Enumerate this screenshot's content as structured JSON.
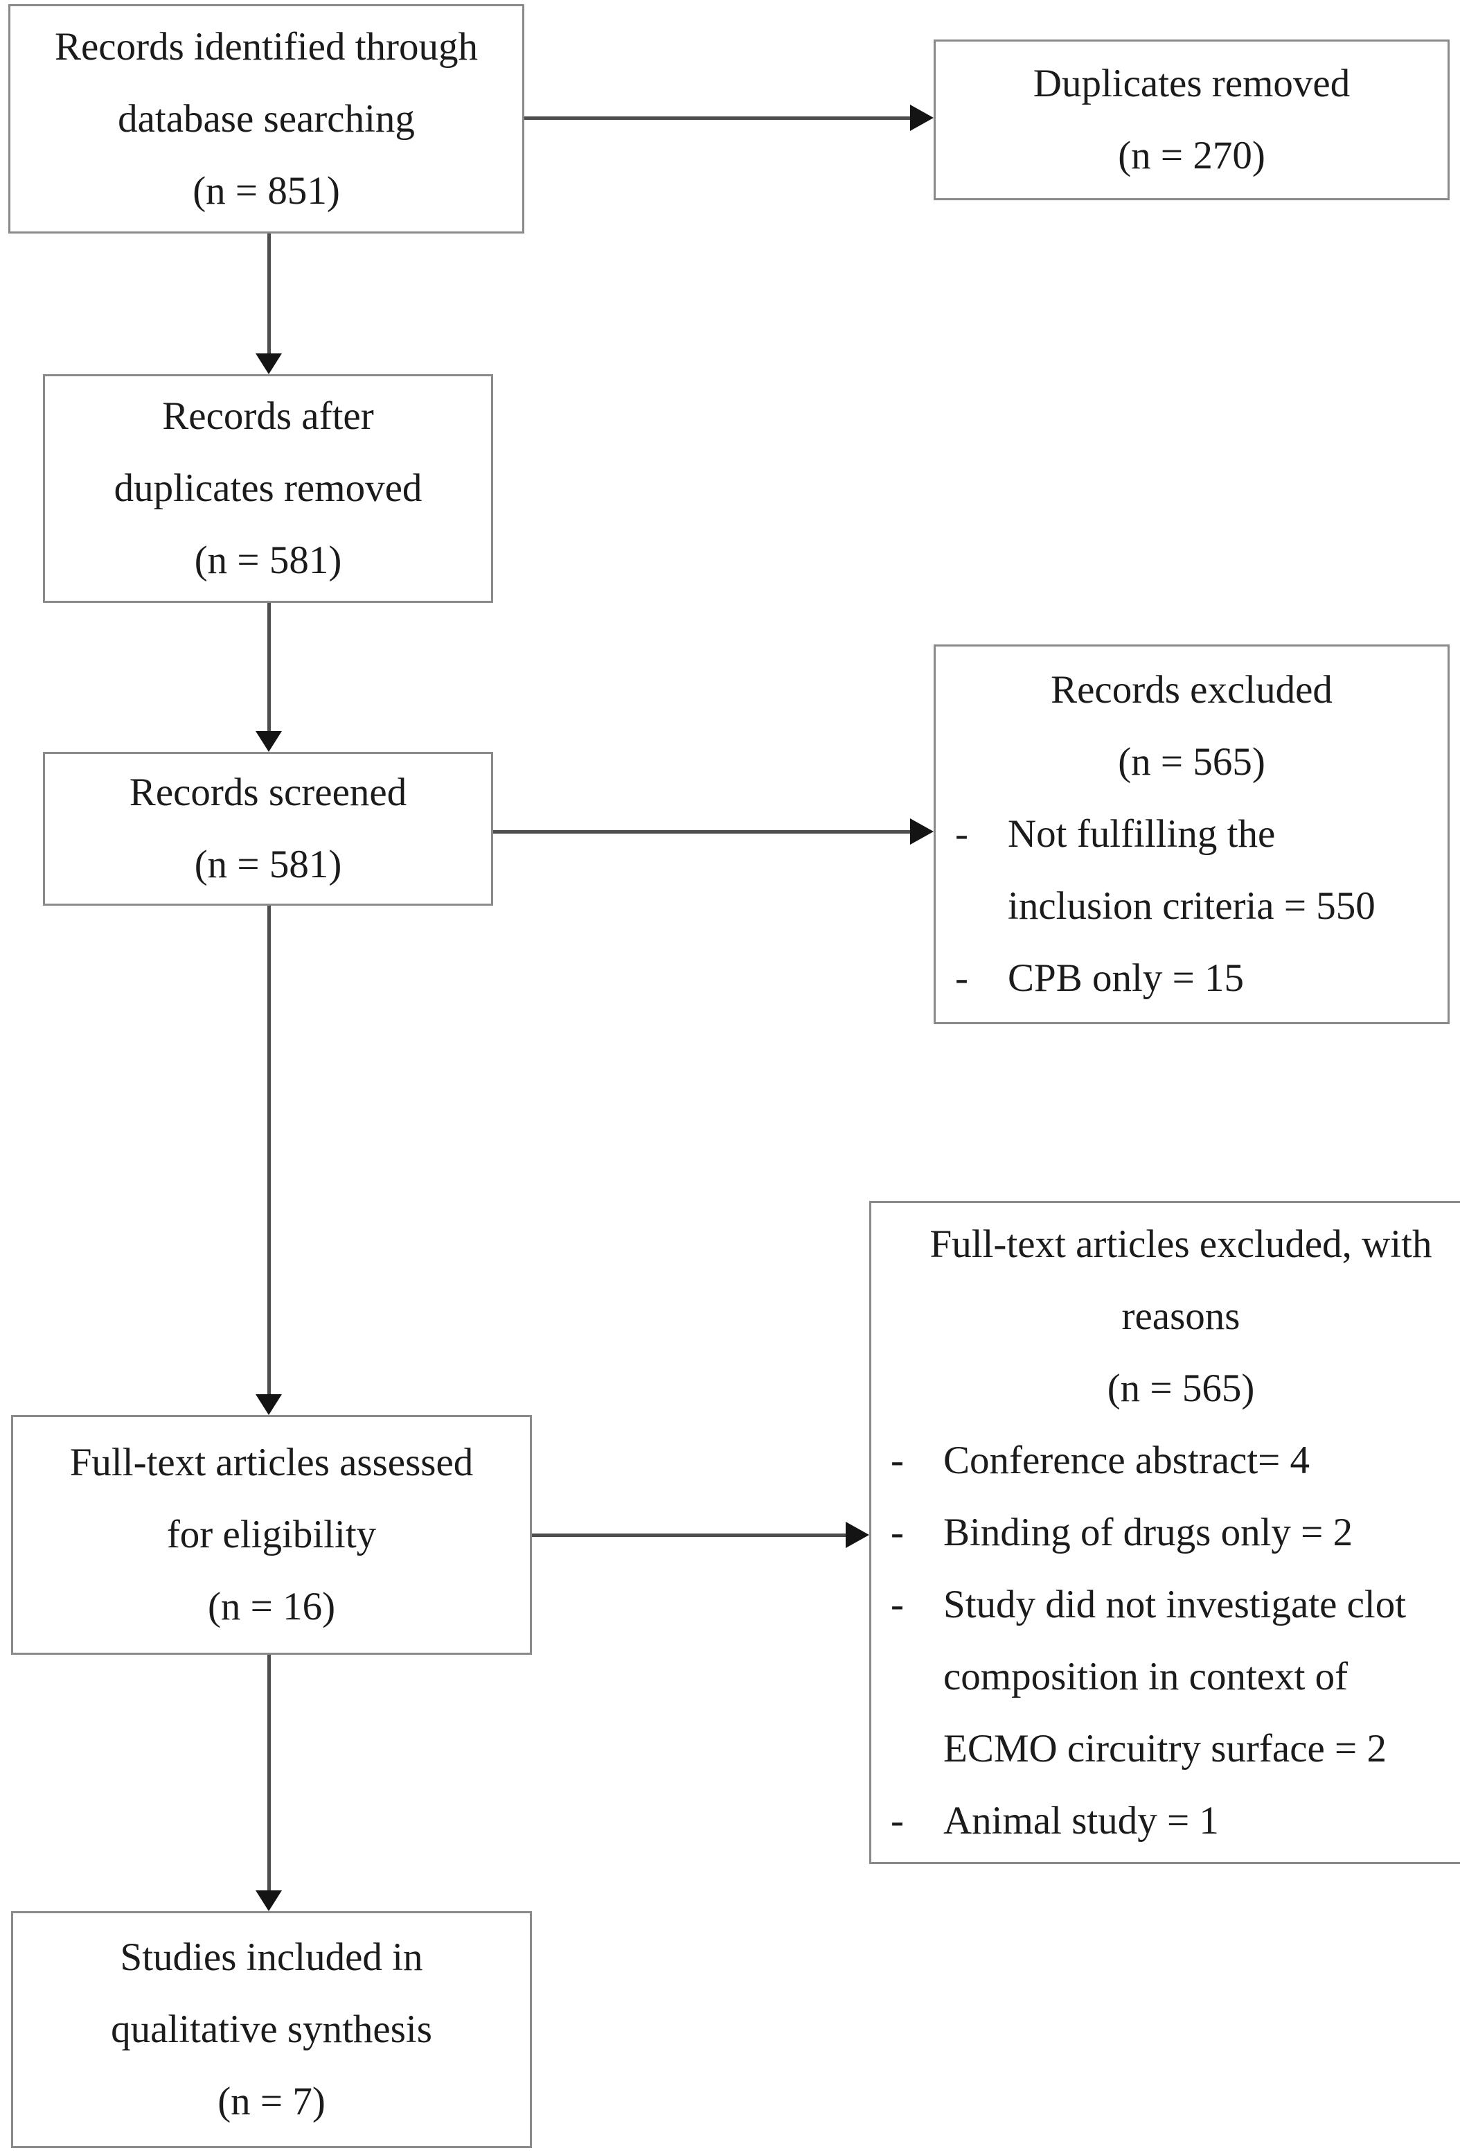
{
  "colors": {
    "background": "#ffffff",
    "box_border": "#8a8a8a",
    "arrow_line": "#4d4d4d",
    "arrow_head": "#141414",
    "text": "#1b1b1b"
  },
  "glyphs": {
    "bullet_dash": "-"
  },
  "boxes": {
    "identified": {
      "lines": [
        "Records identified through",
        "database searching",
        "(n = 851)"
      ]
    },
    "duplicates_removed": {
      "lines": [
        "Duplicates removed",
        "(n = 270)"
      ]
    },
    "after_duplicates": {
      "lines": [
        "Records after",
        "duplicates removed",
        "(n = 581)"
      ]
    },
    "screened": {
      "lines": [
        "Records screened",
        "(n = 581)"
      ]
    },
    "records_excluded": {
      "header": [
        "Records excluded",
        "(n = 565)"
      ],
      "bullets": [
        {
          "lines": [
            "Not fulfilling the",
            "inclusion criteria = 550"
          ]
        },
        {
          "lines": [
            "CPB only = 15"
          ]
        }
      ]
    },
    "fulltext_assessed": {
      "lines": [
        "Full-text articles assessed",
        "for eligibility",
        "(n = 16)"
      ]
    },
    "fulltext_excluded": {
      "header": [
        "Full-text articles excluded, with",
        "reasons",
        "(n = 565)"
      ],
      "bullets": [
        {
          "lines": [
            "Conference abstract= 4"
          ]
        },
        {
          "lines": [
            "Binding of drugs only = 2"
          ]
        },
        {
          "lines": [
            "Study did not investigate clot",
            "composition in context of",
            "ECMO circuitry surface = 2"
          ]
        },
        {
          "lines": [
            "Animal study = 1"
          ]
        }
      ]
    },
    "included_qualitative": {
      "lines": [
        "Studies included in",
        "qualitative synthesis",
        "(n = 7)"
      ]
    }
  }
}
